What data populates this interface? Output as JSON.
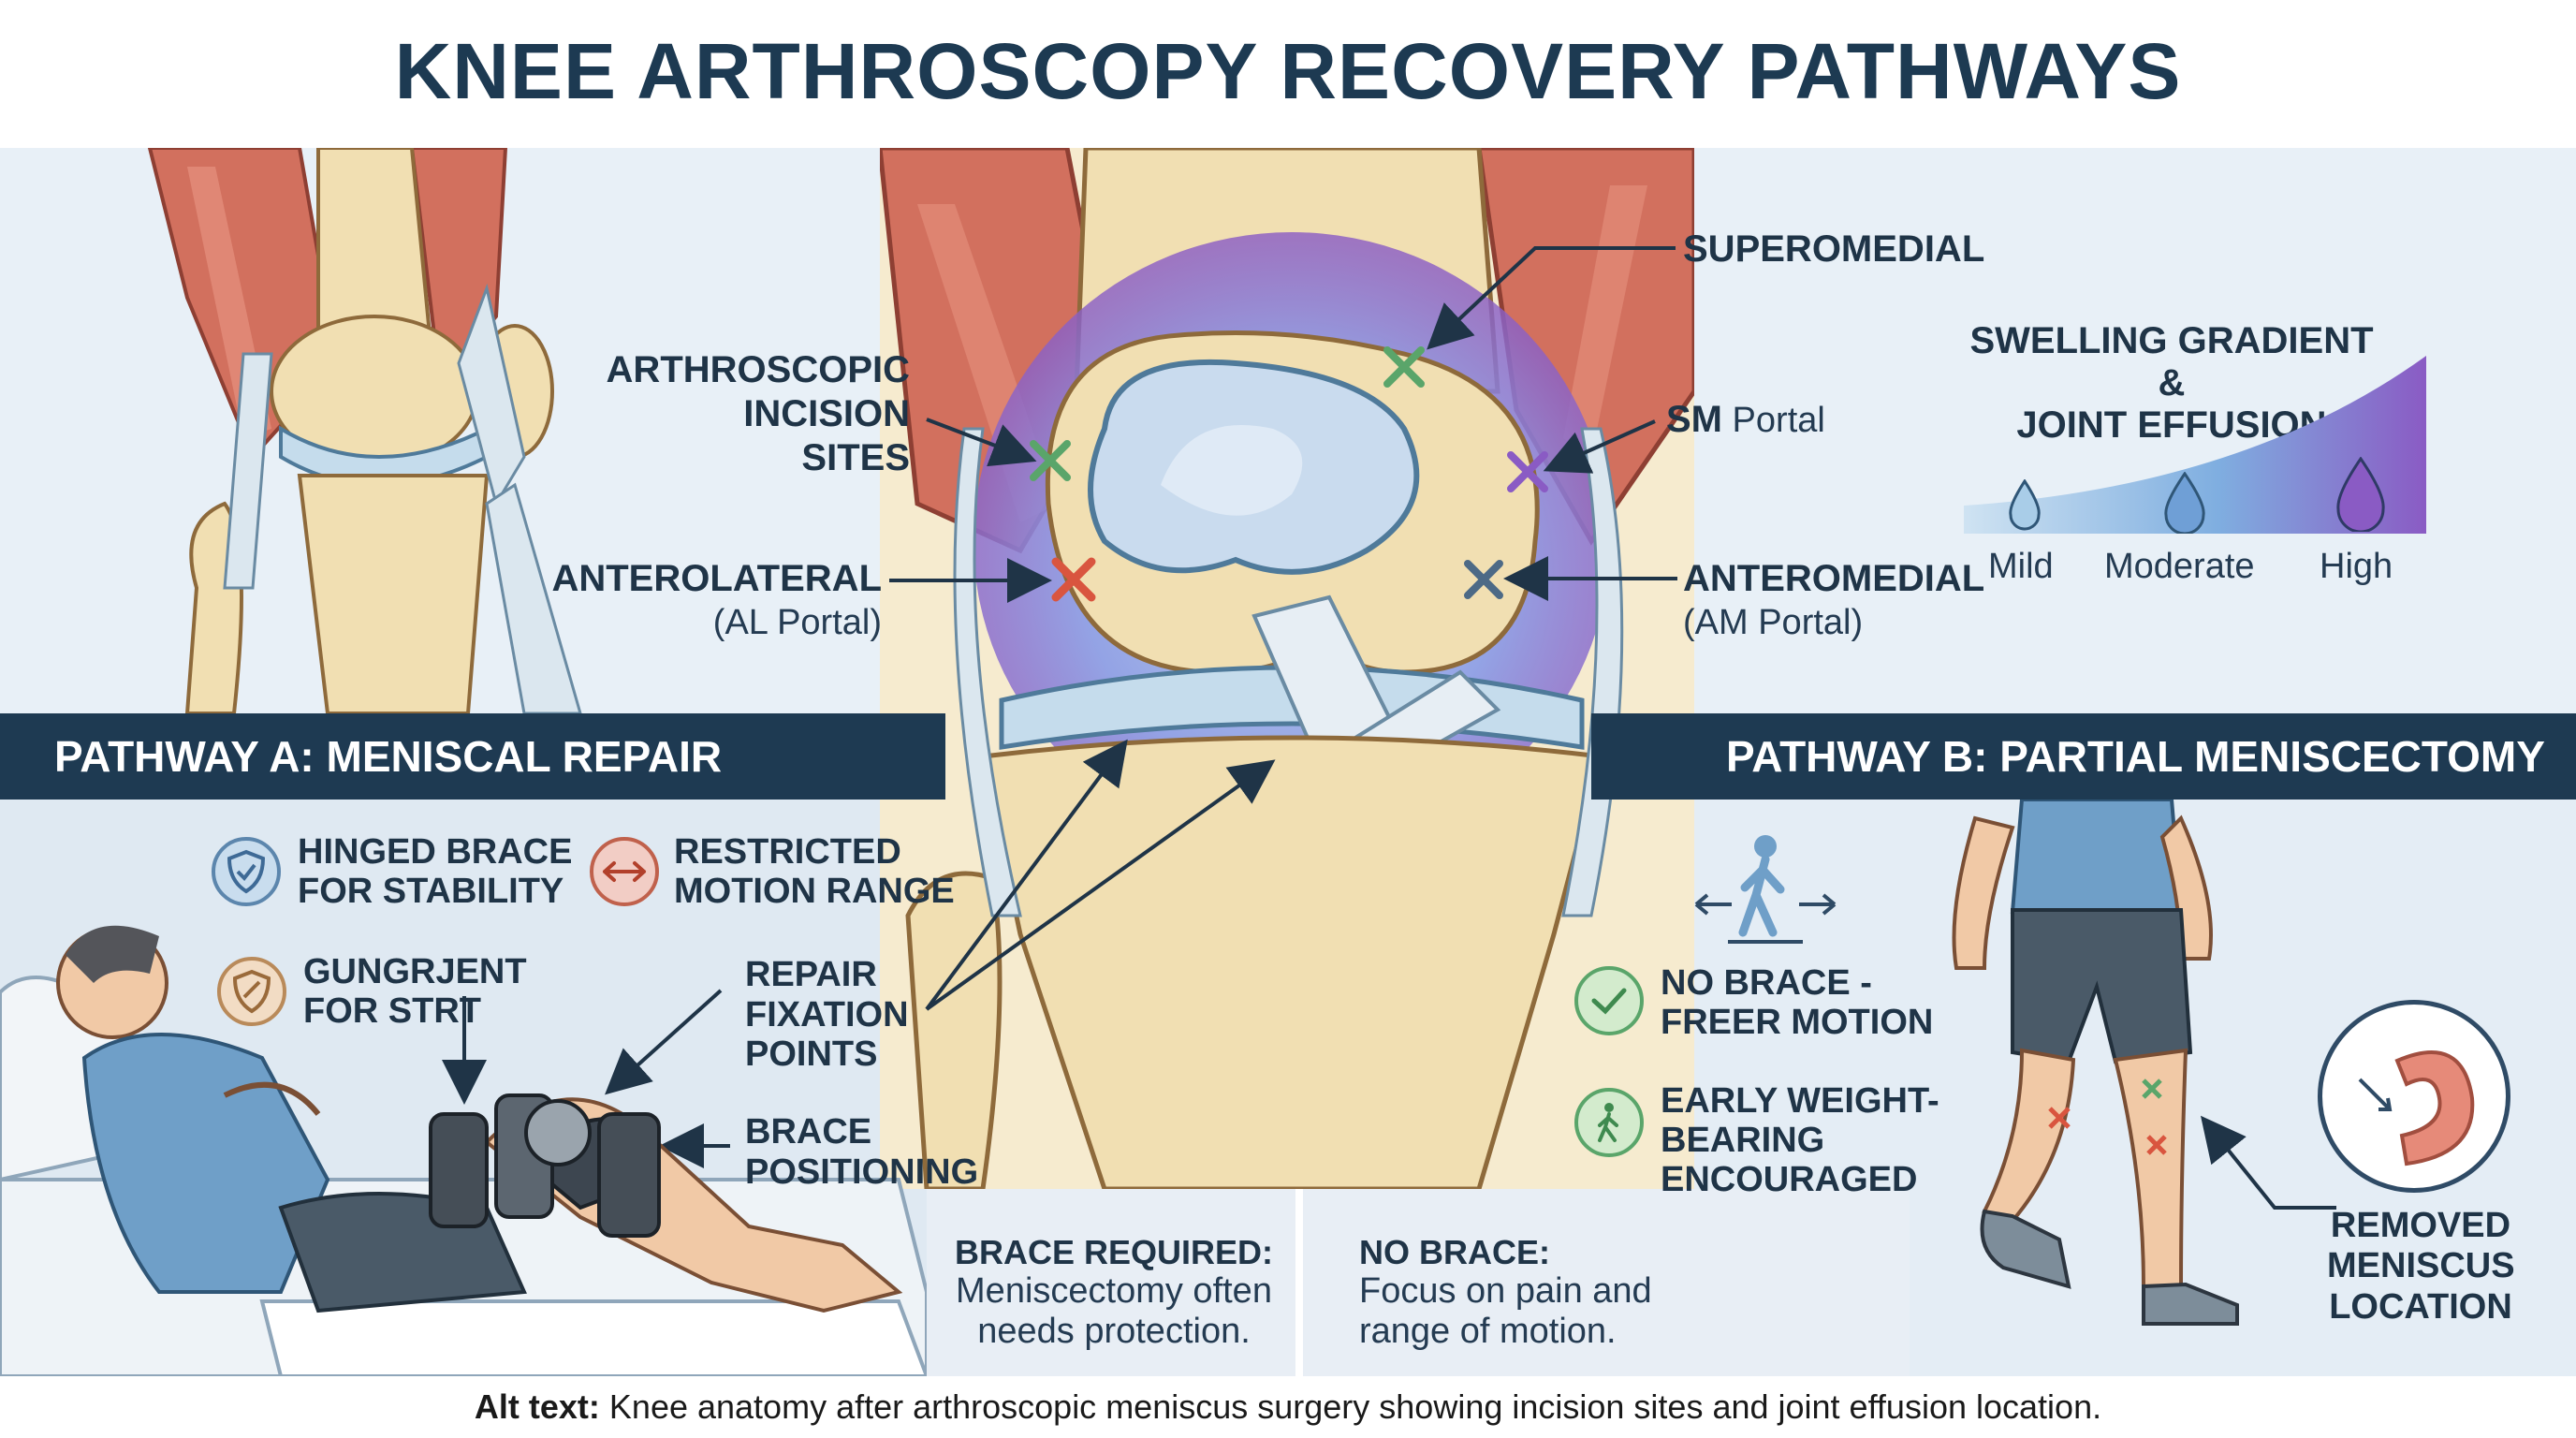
{
  "title": "KNEE ARTHROSCOPY RECOVERY PATHWAYS",
  "incision": {
    "heading_lines": [
      "ARTHROSCOPIC",
      "INCISION",
      "SITES"
    ],
    "anterolateral": "ANTEROLATERAL",
    "anterolateral_sub": "(AL Portal)",
    "superomedial": "SUPEROMEDIAL",
    "sm_bold": "SM",
    "sm_rest": " Portal",
    "anteromedial": "ANTEROMEDIAL",
    "anteromedial_sub": "(AM Portal)"
  },
  "swelling": {
    "heading_lines": [
      "SWELLING GRADIENT",
      "&",
      "JOINT EFFUSION"
    ],
    "levels": [
      "Mild",
      "Moderate",
      "High"
    ],
    "colors": [
      "#a9cde8",
      "#6f9fd6",
      "#8a5bc4"
    ]
  },
  "pathway_a": {
    "header": "PATHWAY A: MENISCAL REPAIR",
    "features": [
      {
        "icon": "shield-icon",
        "lines": [
          "HINGED BRACE",
          "FOR STABILITY"
        ]
      },
      {
        "icon": "double-arrow-icon",
        "lines": [
          "RESTRICTED",
          "MOTION RANGE"
        ]
      },
      {
        "icon": "shield-icon",
        "lines": [
          "GUNGRJENT",
          "FOR STRT"
        ]
      }
    ],
    "repair_lines": [
      "REPAIR",
      "FIXATION",
      "POINTS"
    ],
    "brace_lines": [
      "BRACE",
      "POSITIONING"
    ],
    "note_bold": "BRACE REQUIRED:",
    "note_lines": [
      "Meniscectomy often",
      "needs protection."
    ]
  },
  "pathway_b": {
    "header": "PATHWAY B: PARTIAL MENISCECTOMY",
    "features": [
      {
        "icon": "checkmark-icon",
        "lines": [
          "NO BRACE -",
          "FREER MOTION"
        ]
      },
      {
        "icon": "walking-person-icon",
        "lines": [
          "EARLY WEIGHT-",
          "BEARING",
          "ENCOURAGED"
        ]
      }
    ],
    "note_bold": "NO BRACE:",
    "note_lines": [
      "Focus on pain and",
      "range of motion."
    ],
    "removed_lines": [
      "REMOVED",
      "MENISCUS",
      "LOCATION"
    ]
  },
  "alt_text": {
    "bold": "Alt text:",
    "text": " Knee anatomy after arthroscopic meniscus surgery showing incision sites and joint effusion location."
  },
  "colors": {
    "navy": "#1e3a52",
    "panel_bg": "#e6eef6",
    "muscle": "#d2705e",
    "bone": "#f1dfb2",
    "cartilage": "#c5dcec",
    "incision_green": "#5aa56a",
    "incision_red": "#d9553f",
    "incision_purple": "#8a5bc4",
    "incision_slate": "#4d6a86"
  }
}
